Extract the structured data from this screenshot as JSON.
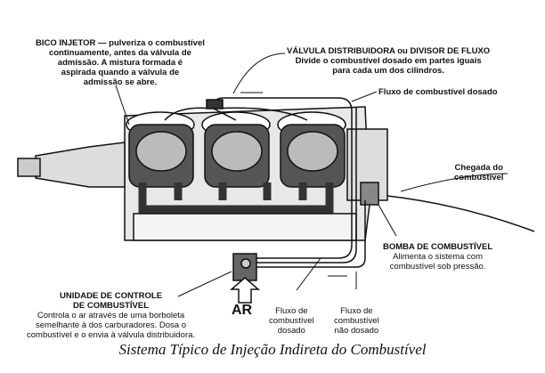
{
  "labels": {
    "injector": {
      "title": "BICO INJETOR —",
      "lines": [
        "pulveriza o combustível",
        "continuamente, antes da válvula de",
        "admissão. A mistura formada é",
        "aspirada quando a válvula de",
        "admissão se abre."
      ]
    },
    "distributor": {
      "title": "VÁLVULA DISTRIBUIDORA ou DIVISOR DE FLUXO",
      "lines": [
        "Divide o combustível dosado em partes iguais",
        "para cada um dos cilindros."
      ]
    },
    "metered_flow_top": "Fluxo de combustível dosado",
    "fuel_inlet": [
      "Chegada do",
      "combustível"
    ],
    "pump": {
      "title": "BOMBA DE COMBUSTÍVEL",
      "lines": [
        "Alimenta o sistema com",
        "combustível sob pressão."
      ]
    },
    "control_unit": {
      "title": [
        "UNIDADE DE CONTROLE",
        "DE COMBUSTÍVEL"
      ],
      "lines": [
        "Controla o ar através de uma borboleta",
        "semelhante à dos carburadores. Dosa o",
        "combustível  e o envia à válvula distribuidora."
      ]
    },
    "air": "AR",
    "metered_flow_bottom": [
      "Fluxo de",
      "combustível",
      "dosado"
    ],
    "unmetered_flow": [
      "Fluxo de",
      "combustível",
      "não dosado"
    ]
  },
  "caption": "Sistema Típico de Injeção Indireta do Combustível"
}
